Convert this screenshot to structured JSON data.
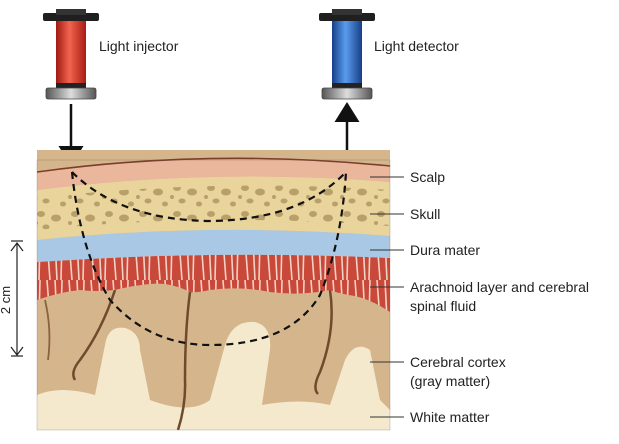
{
  "devices": {
    "injector_label": "Light injector",
    "detector_label": "Light detector"
  },
  "layers": {
    "scalp": "Scalp",
    "skull": "Skull",
    "dura": "Dura mater",
    "arachnoid_line1": "Arachnoid layer and cerebral",
    "arachnoid_line2": "spinal fluid",
    "cortex_line1": "Cerebral cortex",
    "cortex_line2": "(gray matter)",
    "white": "White matter"
  },
  "scale": {
    "depth_label": "2 cm"
  },
  "colors": {
    "injector": "#e8382c",
    "detector": "#2f6fcb",
    "scalp": "#e9b39a",
    "skull": "#e8d39a",
    "skull_pores": "#b89c5e",
    "dura": "#a7c7e3",
    "arachnoid": "#c3473b",
    "cortex": "#d2b48c",
    "white_matter": "#f3e6c9"
  }
}
